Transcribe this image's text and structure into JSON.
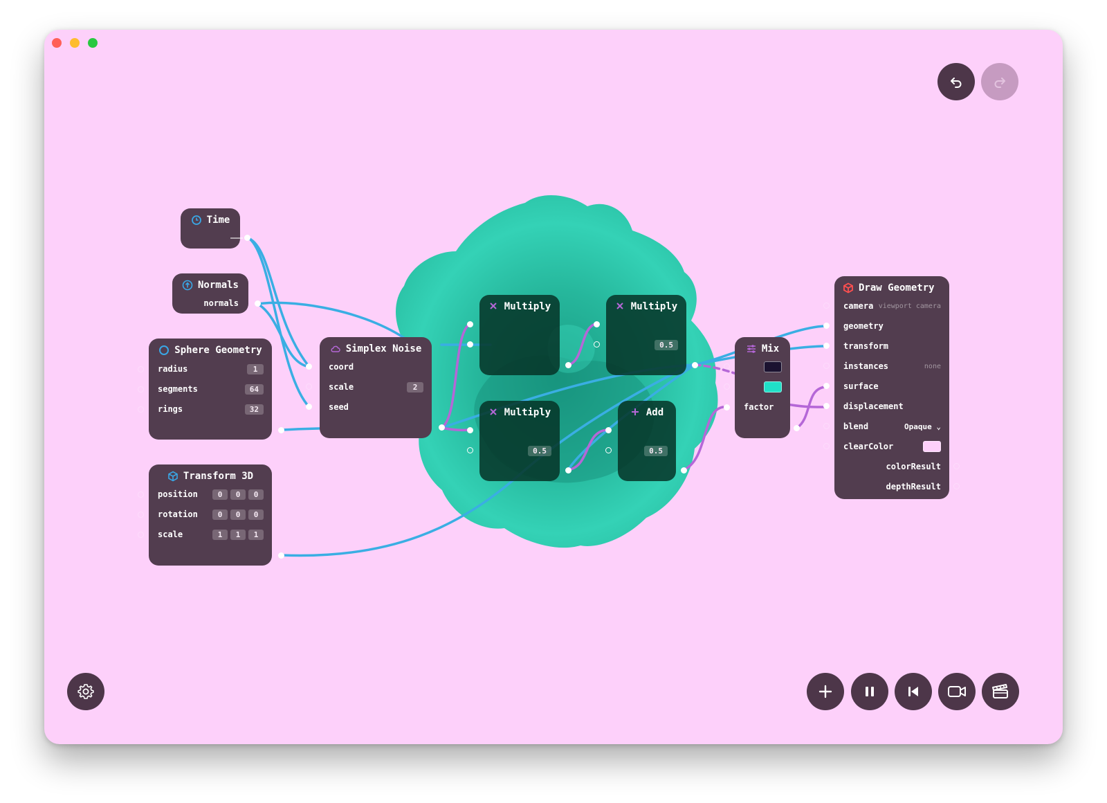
{
  "toolbar": {
    "undo": {
      "icon": "undo-icon"
    },
    "redo": {
      "icon": "redo-icon",
      "disabled": true
    },
    "bottom": [
      "add-icon",
      "pause-icon",
      "skip-back-icon",
      "video-camera-icon",
      "clapperboard-icon"
    ],
    "settings": {
      "icon": "gear-icon"
    }
  },
  "colors": {
    "canvas": "#fdd0fa",
    "node": "#523d4f",
    "wire_blue": "#3aaee3",
    "wire_purple": "#b567d7",
    "blob": "#33d1b4"
  },
  "nodes": {
    "time": {
      "title": "Time",
      "icon": "clock-icon"
    },
    "normals": {
      "title": "Normals",
      "icon": "arrow-up-circle-icon",
      "output": "normals"
    },
    "sphere": {
      "title": "Sphere Geometry",
      "icon": "circle-icon",
      "rows": [
        {
          "label": "radius",
          "value": "1"
        },
        {
          "label": "segments",
          "value": "64"
        },
        {
          "label": "rings",
          "value": "32"
        }
      ]
    },
    "transform": {
      "title": "Transform 3D",
      "icon": "cube-icon",
      "rows": [
        {
          "label": "position",
          "values": [
            "0",
            "0",
            "0"
          ]
        },
        {
          "label": "rotation",
          "values": [
            "0",
            "0",
            "0"
          ]
        },
        {
          "label": "scale",
          "values": [
            "1",
            "1",
            "1"
          ]
        }
      ]
    },
    "noise": {
      "title": "Simplex Noise",
      "icon": "cloud-icon",
      "rows": [
        {
          "label": "coord"
        },
        {
          "label": "scale",
          "value": "2"
        },
        {
          "label": "seed"
        }
      ]
    },
    "multiply1": {
      "title": "Multiply",
      "icon": "times-icon"
    },
    "multiply2": {
      "title": "Multiply",
      "icon": "times-icon",
      "value": "0.5"
    },
    "multiply3": {
      "title": "Multiply",
      "icon": "times-icon",
      "value": "0.5"
    },
    "add": {
      "title": "Add",
      "icon": "plus-icon",
      "value": "0.5"
    },
    "mix": {
      "title": "Mix",
      "icon": "sliders-icon",
      "colors": [
        "#1b1230",
        "#20e0c8"
      ],
      "factor": "factor"
    },
    "draw": {
      "title": "Draw Geometry",
      "icon": "box-icon",
      "rows": [
        {
          "label": "camera",
          "hint": "viewport camera"
        },
        {
          "label": "geometry"
        },
        {
          "label": "transform"
        },
        {
          "label": "instances",
          "hint": "none"
        },
        {
          "label": "surface"
        },
        {
          "label": "displacement"
        },
        {
          "label": "blend",
          "select": "Opaque"
        },
        {
          "label": "clearColor",
          "swatch": "#fdd0fa"
        }
      ],
      "outputs": [
        "colorResult",
        "depthResult"
      ]
    }
  }
}
